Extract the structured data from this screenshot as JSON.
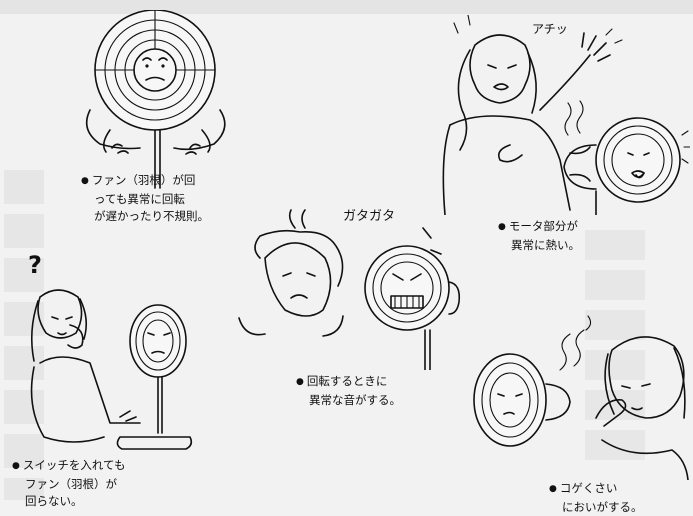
{
  "panels": {
    "rotation_irregular": {
      "lines": [
        "ファン（羽根）が回",
        "っても異常に回転",
        "が遅かったり不規則。"
      ]
    },
    "motor_hot": {
      "sfx": "アチッ",
      "lines": [
        "モータ部分が",
        "異常に熱い。"
      ]
    },
    "strange_noise": {
      "sfx": "ガタガタ",
      "lines": [
        "回転するときに",
        "異常な音がする。"
      ]
    },
    "switch_no_rotation": {
      "symbol": "?",
      "lines": [
        "スイッチを入れても",
        "ファン（羽根）が",
        "回らない。"
      ]
    },
    "burnt_smell": {
      "lines": [
        "コゲくさい",
        "においがする。"
      ]
    }
  }
}
